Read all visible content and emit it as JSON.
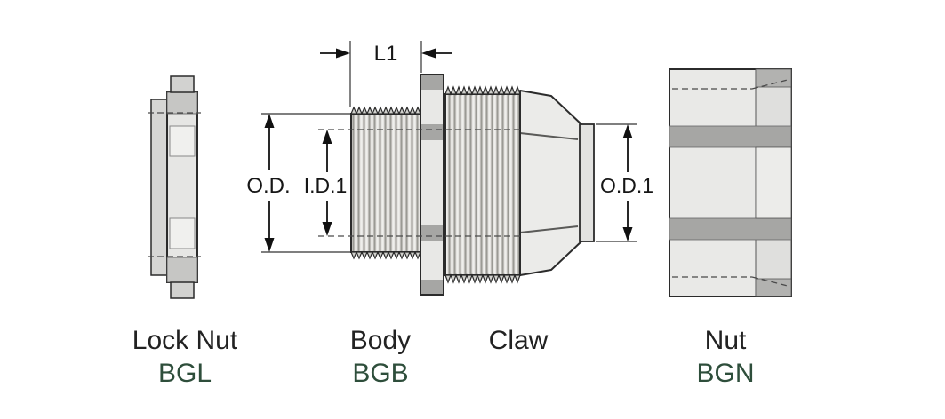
{
  "dimensions": {
    "l1": "L1",
    "od": "O.D.",
    "id1": "I.D.1",
    "od1": "O.D.1"
  },
  "components": {
    "lock_nut": {
      "name": "Lock Nut",
      "code": "BGL"
    },
    "body": {
      "name": "Body",
      "code": "BGB"
    },
    "claw": {
      "name": "Claw"
    },
    "nut": {
      "name": "Nut",
      "code": "BGN"
    }
  },
  "colors": {
    "background": "#ffffff",
    "outline": "#2b2b2b",
    "fill_light": "#e8e8e6",
    "fill_medium": "#cfcfcd",
    "fill_dark": "#a6a6a4",
    "label": "#222222",
    "code": "#2e4e3b"
  }
}
